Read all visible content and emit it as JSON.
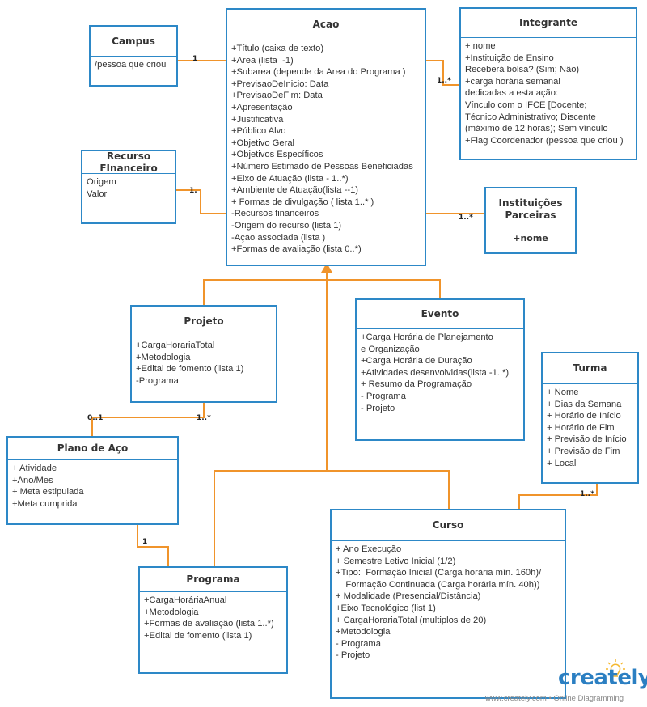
{
  "classes": {
    "acao": {
      "title": "Acao",
      "attributes": [
        "+Título (caixa de texto)",
        "+Area (lista  -1)",
        "+Subarea (depende da Area do Programa )",
        "+PrevisaoDeInicio: Data",
        "+PrevisaoDeFim: Data",
        "+Apresentação",
        "+Justificativa",
        "+Público Alvo",
        "+Objetivo Geral",
        "+Objetivos Específicos",
        "+Número Estimado de Pessoas Beneficiadas",
        "+Eixo de Atuação (lista - 1..*)",
        "+Ambiente de Atuação(lista --1)",
        "+ Formas de divulgação ( lista 1..* )",
        "-Recursos financeiros",
        "-Origem do recurso (lista 1)",
        "-Açao associada (lista )",
        "+Formas de avaliação (lista 0..*)"
      ]
    },
    "campus": {
      "title": "Campus",
      "attributes": [
        "/pessoa que criou"
      ]
    },
    "integrante": {
      "title": "Integrante",
      "attributes": [
        "+ nome",
        "+Instituição de Ensino",
        "Receberá bolsa? (Sim; Não)",
        "+carga horária semanal",
        "dedicadas a esta ação:",
        "Vínculo com o IFCE [Docente;",
        "Técnico Administrativo; Discente",
        "(máximo de 12 horas); Sem vínculo",
        "+Flag Coordenador (pessoa que criou )"
      ]
    },
    "recurso": {
      "title": "Recurso FInanceiro",
      "attributes": [
        "Origem",
        "Valor"
      ]
    },
    "instituicoes": {
      "title": "Instituições Parceiras",
      "attributes": [
        "+nome"
      ]
    },
    "projeto": {
      "title": "Projeto",
      "attributes": [
        "+CargaHorariaTotal",
        "+Metodologia",
        "+Edital de fomento (lista 1)",
        "-Programa"
      ]
    },
    "evento": {
      "title": "Evento",
      "attributes": [
        "+Carga Horária de Planejamento",
        "e Organização",
        "+Carga Horária de Duração",
        "+Atividades desenvolvidas(lista -1..*)",
        "+ Resumo da Programação",
        "- Programa",
        "- Projeto"
      ]
    },
    "turma": {
      "title": "Turma",
      "attributes": [
        "+ Nome",
        "+ Dias da Semana",
        "+ Horário de Início",
        "+ Horário de Fim",
        "+ Previsão de Início",
        "+ Previsão de Fim",
        "+ Local"
      ]
    },
    "plano": {
      "title": "Plano de Aço",
      "attributes": [
        "+ Atividade",
        "+Ano/Mes",
        "+ Meta estipulada",
        "+Meta cumprida"
      ]
    },
    "curso": {
      "title": "Curso",
      "attributes": [
        "+ Ano Execução",
        "+ Semestre Letivo Inicial (1/2)",
        "+Tipo:  Formação Inicial (Carga horária mín. 160h)/",
        "    Formação Continuada (Carga horária mín. 40h))",
        "+ Modalidade (Presencial/Distância)",
        "+Eixo Tecnológico (list 1)",
        "+ CargaHorariaTotal (multiplos de 20)",
        "+Metodologia",
        "- Programa",
        "- Projeto"
      ]
    },
    "programa": {
      "title": "Programa",
      "attributes": [
        "+CargaHoráriaAnual",
        "+Metodologia",
        "+Formas de avaliação (lista 1..*)",
        "+Edital de fomento (lista 1)"
      ]
    }
  },
  "multiplicities": {
    "campus_acao": "1",
    "acao_integrante": "1..*",
    "recurso_acao": "1.",
    "acao_instituicoes": "1..*",
    "plano_projeto": "0..1",
    "projeto_plano": "1..*",
    "turma_curso": "1..*",
    "plano_programa": "1"
  },
  "colors": {
    "class_border": "#2d88c7",
    "connector": "#f0942b",
    "brand": "#2b7fc2",
    "bulb": "#f5b82e"
  },
  "branding": {
    "logo": "creately",
    "footer": "www.creately.com • Online Diagramming"
  }
}
